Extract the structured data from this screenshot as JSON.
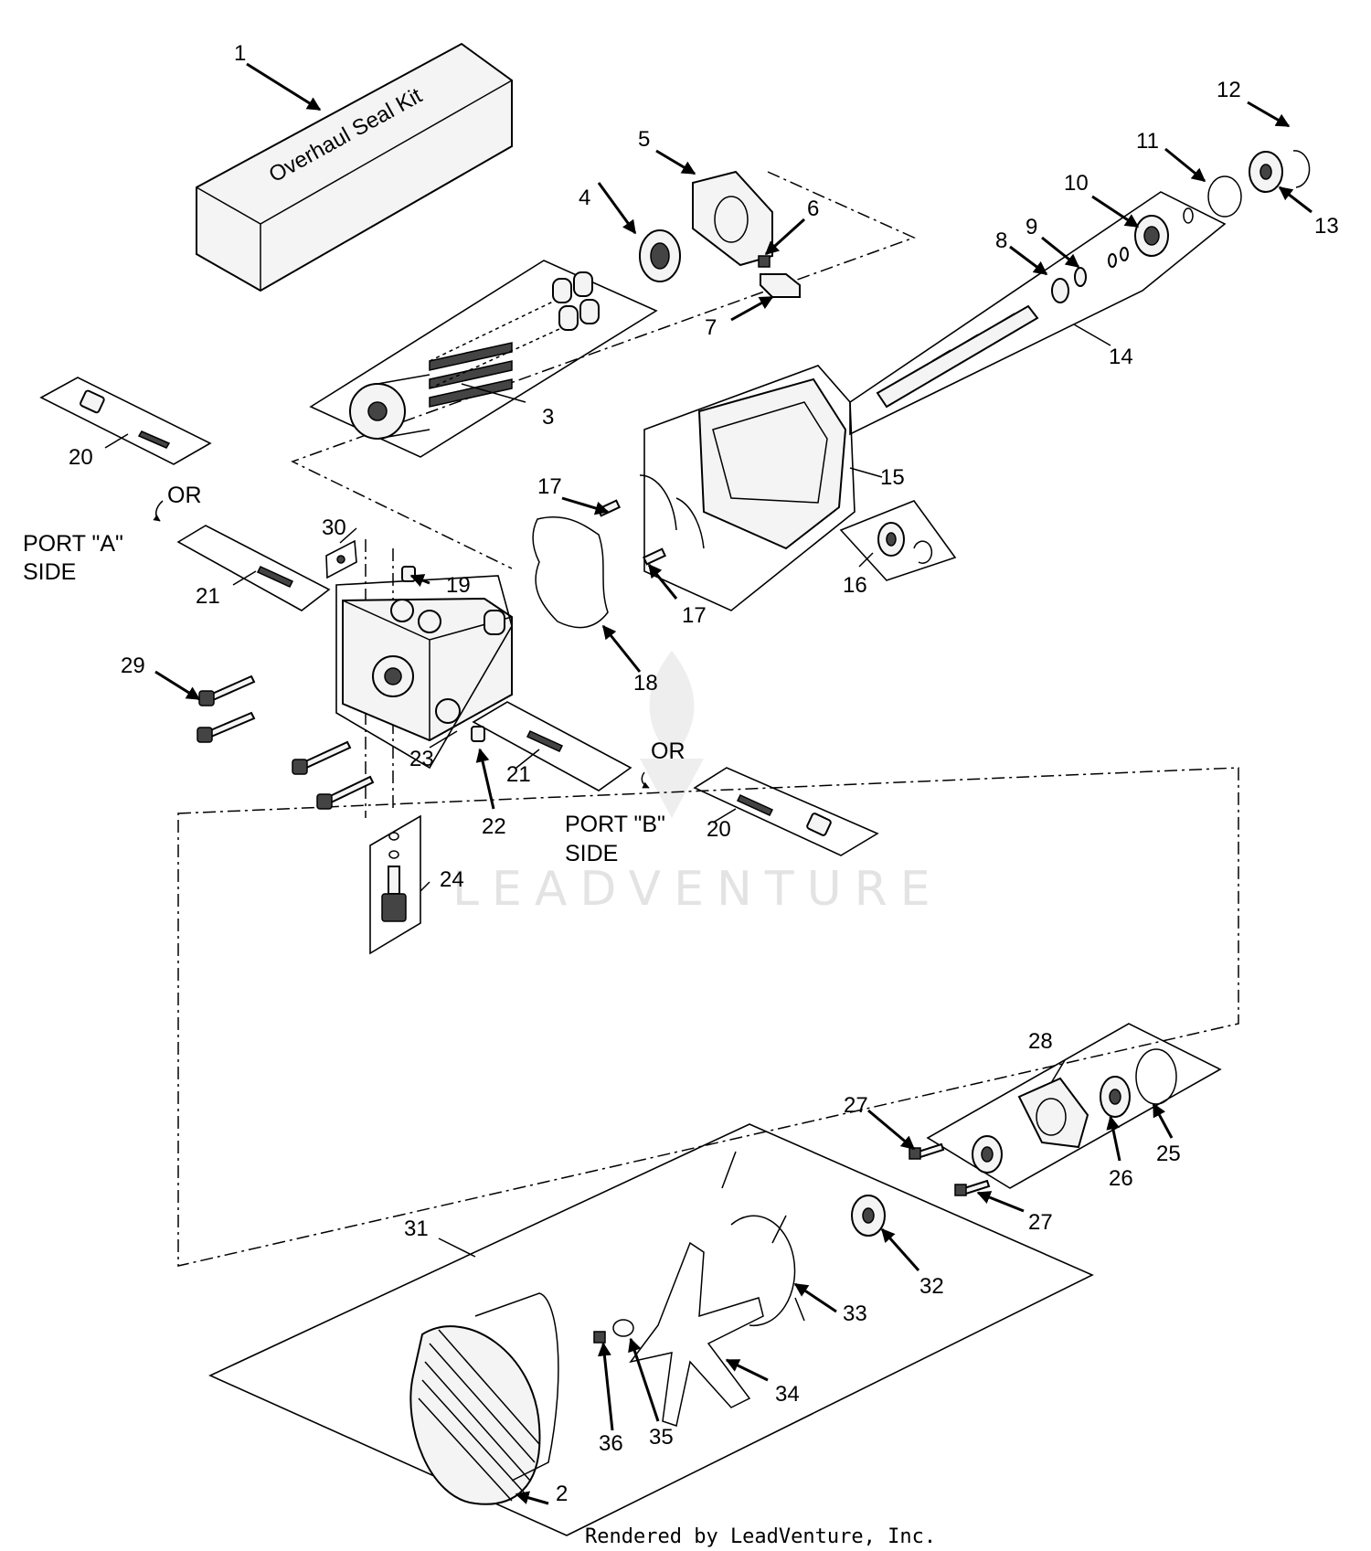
{
  "kit_box_text": "Overhaul Seal Kit",
  "port_a": [
    "PORT \"A\"",
    "SIDE"
  ],
  "port_b": [
    "PORT \"B\"",
    "SIDE"
  ],
  "or_text": "OR",
  "watermark": "LEADVENTURE",
  "credit": "Rendered by LeadVenture, Inc.",
  "callouts": [
    "1",
    "2",
    "3",
    "4",
    "5",
    "6",
    "7",
    "8",
    "9",
    "10",
    "11",
    "12",
    "13",
    "14",
    "15",
    "16",
    "17",
    "17",
    "18",
    "19",
    "20",
    "20",
    "21",
    "21",
    "22",
    "23",
    "24",
    "25",
    "26",
    "27",
    "27",
    "28",
    "29",
    "30",
    "31",
    "32",
    "33",
    "34",
    "35",
    "36"
  ]
}
